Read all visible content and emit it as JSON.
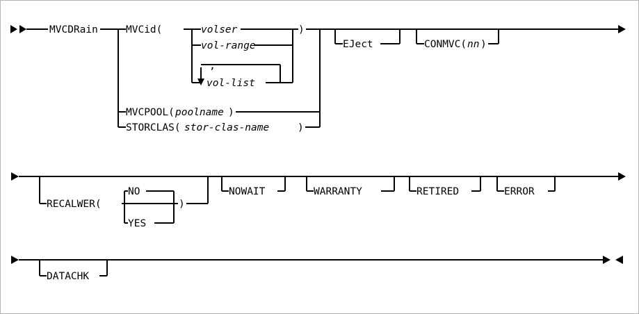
{
  "diagram": {
    "type": "railroad-syntax-diagram",
    "title": "MVCDRain command syntax",
    "colors": {
      "line": "#000000",
      "background": "#ffffff",
      "border": "#b4b4b4"
    },
    "markers": {
      "start": "►►",
      "continue_right": "►",
      "continue_left": "►",
      "end": "►◄"
    }
  },
  "tokens": {
    "command": "MVCDRain",
    "mvcid": "MVCid(",
    "paren_close": ")",
    "volser": "volser",
    "vol_range": "vol-range",
    "vol_list": "vol-list",
    "comma": ",",
    "mvcpool": "MVCPOOL(",
    "poolname": "poolname",
    "storclas": "STORCLAS(",
    "stor_clas_name": "stor-clas-name",
    "eject": "EJect",
    "conmvc": "CONMVC(",
    "nn": "nn",
    "recalwer": "RECALWER(",
    "no": "NO",
    "yes": "YES",
    "nowait": "NOWAIT",
    "warranty": "WARRANTY",
    "retired": "RETIRED",
    "error": "ERROR",
    "datachk": "DATACHK"
  },
  "rows": [
    {
      "name": "row-1",
      "required_group": {
        "name": "mvcid-alternatives",
        "branches": [
          {
            "label": "MVCid(",
            "inner": [
              "volser",
              "vol-range",
              "vol-list"
            ],
            "repeat_separator": ",",
            "close": ")"
          },
          {
            "label": "MVCPOOL(",
            "operand": "poolname",
            "close": ")"
          },
          {
            "label": "STORCLAS(",
            "operand": "stor-clas-name",
            "close": ")"
          }
        ]
      },
      "optional": [
        "EJect",
        "CONMVC(nn)"
      ]
    },
    {
      "name": "row-2",
      "optional": [
        "RECALWER(NO|YES)",
        "NOWAIT",
        "WARRANTY",
        "RETIRED",
        "ERROR"
      ],
      "default_choice": "NO"
    },
    {
      "name": "row-3",
      "optional": [
        "DATACHK"
      ]
    }
  ]
}
